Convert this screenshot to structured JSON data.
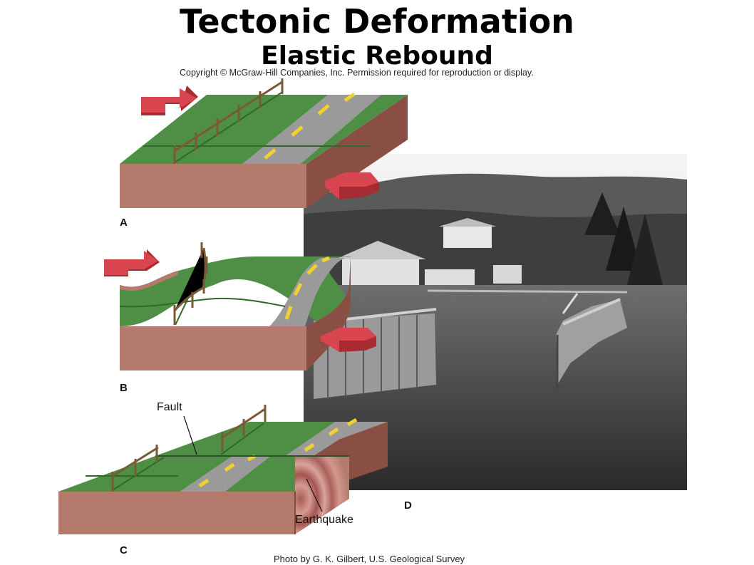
{
  "title": "Tectonic Deformation",
  "subtitle": "Elastic Rebound",
  "copyright": "Copyright © McGraw-Hill Companies, Inc. Permission required for reproduction or display.",
  "credit": "Photo by G. K. Gilbert, U.S. Geological Survey",
  "panels": {
    "a": "A",
    "b": "B",
    "c": "C",
    "d": "D"
  },
  "labels": {
    "fault": "Fault",
    "earthquake": "Earthquake"
  },
  "colors": {
    "grass": "#4f8f45",
    "grass_dark": "#2f6a2b",
    "earth": "#b47a6c",
    "earth_dark": "#8a4f44",
    "road": "#9a9a9a",
    "road_line": "#f2d030",
    "arrow": "#d9454e",
    "arrow_dark": "#a82a33",
    "fence": "#7a5a36"
  }
}
